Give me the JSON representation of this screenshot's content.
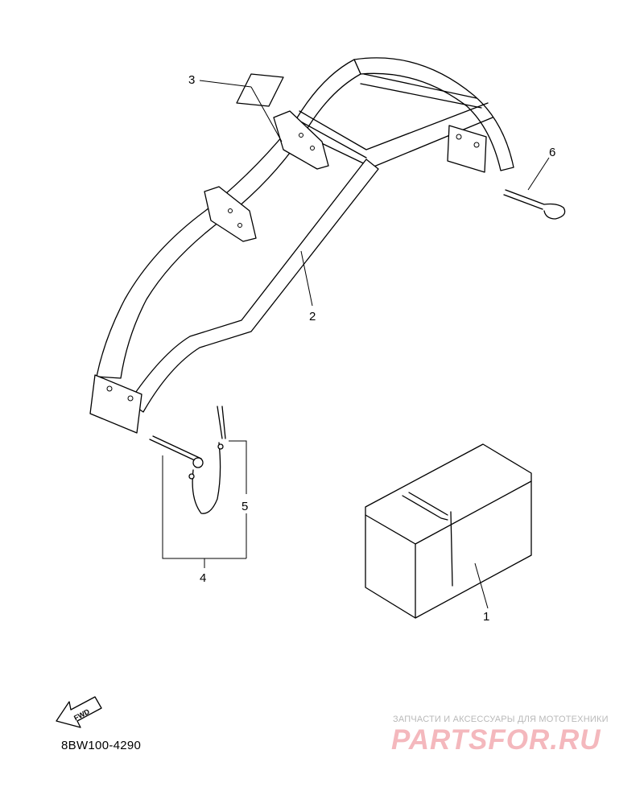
{
  "callouts": [
    "1",
    "2",
    "3",
    "4",
    "5",
    "6"
  ],
  "fwd_label": "FWD",
  "diagram_code": "8BW100-4290",
  "watermark": {
    "tagline": "ЗАПЧАСТИ И АКСЕССУАРЫ ДЛЯ МОТОТЕХНИКИ",
    "logo": "PARTSFOR.RU"
  }
}
